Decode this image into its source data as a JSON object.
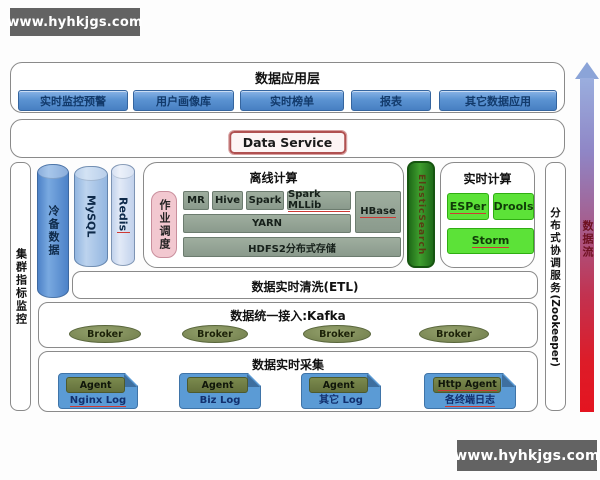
{
  "watermark": {
    "text": "www.hyhkjgs.com"
  },
  "app_layer": {
    "title": "数据应用层",
    "items": [
      "实时监控预警",
      "用户画像库",
      "实时榜单",
      "报表",
      "其它数据应用"
    ]
  },
  "service_layer": {
    "label": "Data Service"
  },
  "left_panel": {
    "label": "集群指标监控"
  },
  "cylinders": [
    {
      "label": "冷备数据"
    },
    {
      "label": "MySQL"
    },
    {
      "label": "Redis"
    }
  ],
  "offline": {
    "title": "离线计算",
    "scheduler": "作业调度",
    "row1": [
      "MR",
      "Hive",
      "Spark",
      "Spark MLLib"
    ],
    "hbase": "HBase",
    "yarn": "YARN",
    "hdfs": "HDFS2分布式存储"
  },
  "elastic": {
    "label": "ElasticSearch"
  },
  "realtime": {
    "title": "实时计算",
    "esper": "ESPer",
    "drools": "Drools",
    "storm": "Storm"
  },
  "etl_layer": {
    "label": "数据实时清洗(ETL)"
  },
  "kafka_layer": {
    "title": "数据统一接入:Kafka",
    "brokers": [
      "Broker",
      "Broker",
      "Broker",
      "Broker"
    ]
  },
  "collect_layer": {
    "title": "数据实时采集",
    "agents": [
      {
        "agent": "Agent",
        "source": "Nginx Log"
      },
      {
        "agent": "Agent",
        "source": "Biz Log"
      },
      {
        "agent": "Agent",
        "source": "其它 Log"
      },
      {
        "agent": "Http Agent",
        "source": "各终端日志"
      }
    ]
  },
  "right_panel": {
    "label_cjk": "分布式协调服务",
    "label_lat": "(Zookeeper)"
  },
  "flow_arrow": {
    "label": "数据流"
  },
  "colors": {
    "accent_blue": "#4a86c8",
    "sage": "#93a294",
    "bright_green": "#5ce238",
    "dark_green": "#2a7d1e",
    "olive": "#7d8a55",
    "pink": "#f2c8d0",
    "service_red": "#b05050",
    "agent_blue": "#5b9bd5",
    "watermark_gray": "#636363"
  }
}
